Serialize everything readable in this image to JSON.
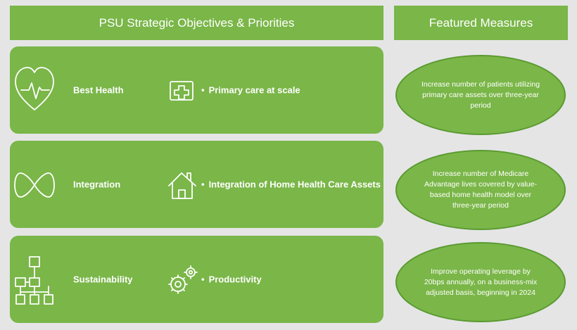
{
  "header": {
    "left_title": "PSU Strategic Objectives & Priorities",
    "right_title": "Featured Measures"
  },
  "objectives": [
    {
      "title": "Best Health",
      "icon": "heart-pulse-icon",
      "priority_icon": "medical-cross-icon",
      "priority_bullet": "•",
      "priority": "Primary care at scale",
      "measure": "Increase number of patients utilizing primary care assets over three-year period"
    },
    {
      "title": "Integration",
      "icon": "infinity-icon",
      "priority_icon": "house-icon",
      "priority_bullet": "•",
      "priority": "Integration of Home Health Care Assets",
      "measure": "Increase number of Medicare Advantage lives covered by value-based home health model over three-year period"
    },
    {
      "title": "Sustainability",
      "icon": "org-chart-icon",
      "priority_icon": "gears-icon",
      "priority_bullet": "•",
      "priority": "Productivity",
      "measure": "Improve operating leverage by 20bps annually, on a business-mix adjusted basis, beginning in 2024"
    }
  ],
  "colors": {
    "green": "#7ab648",
    "background": "#e5e5e6",
    "text": "#ffffff"
  }
}
